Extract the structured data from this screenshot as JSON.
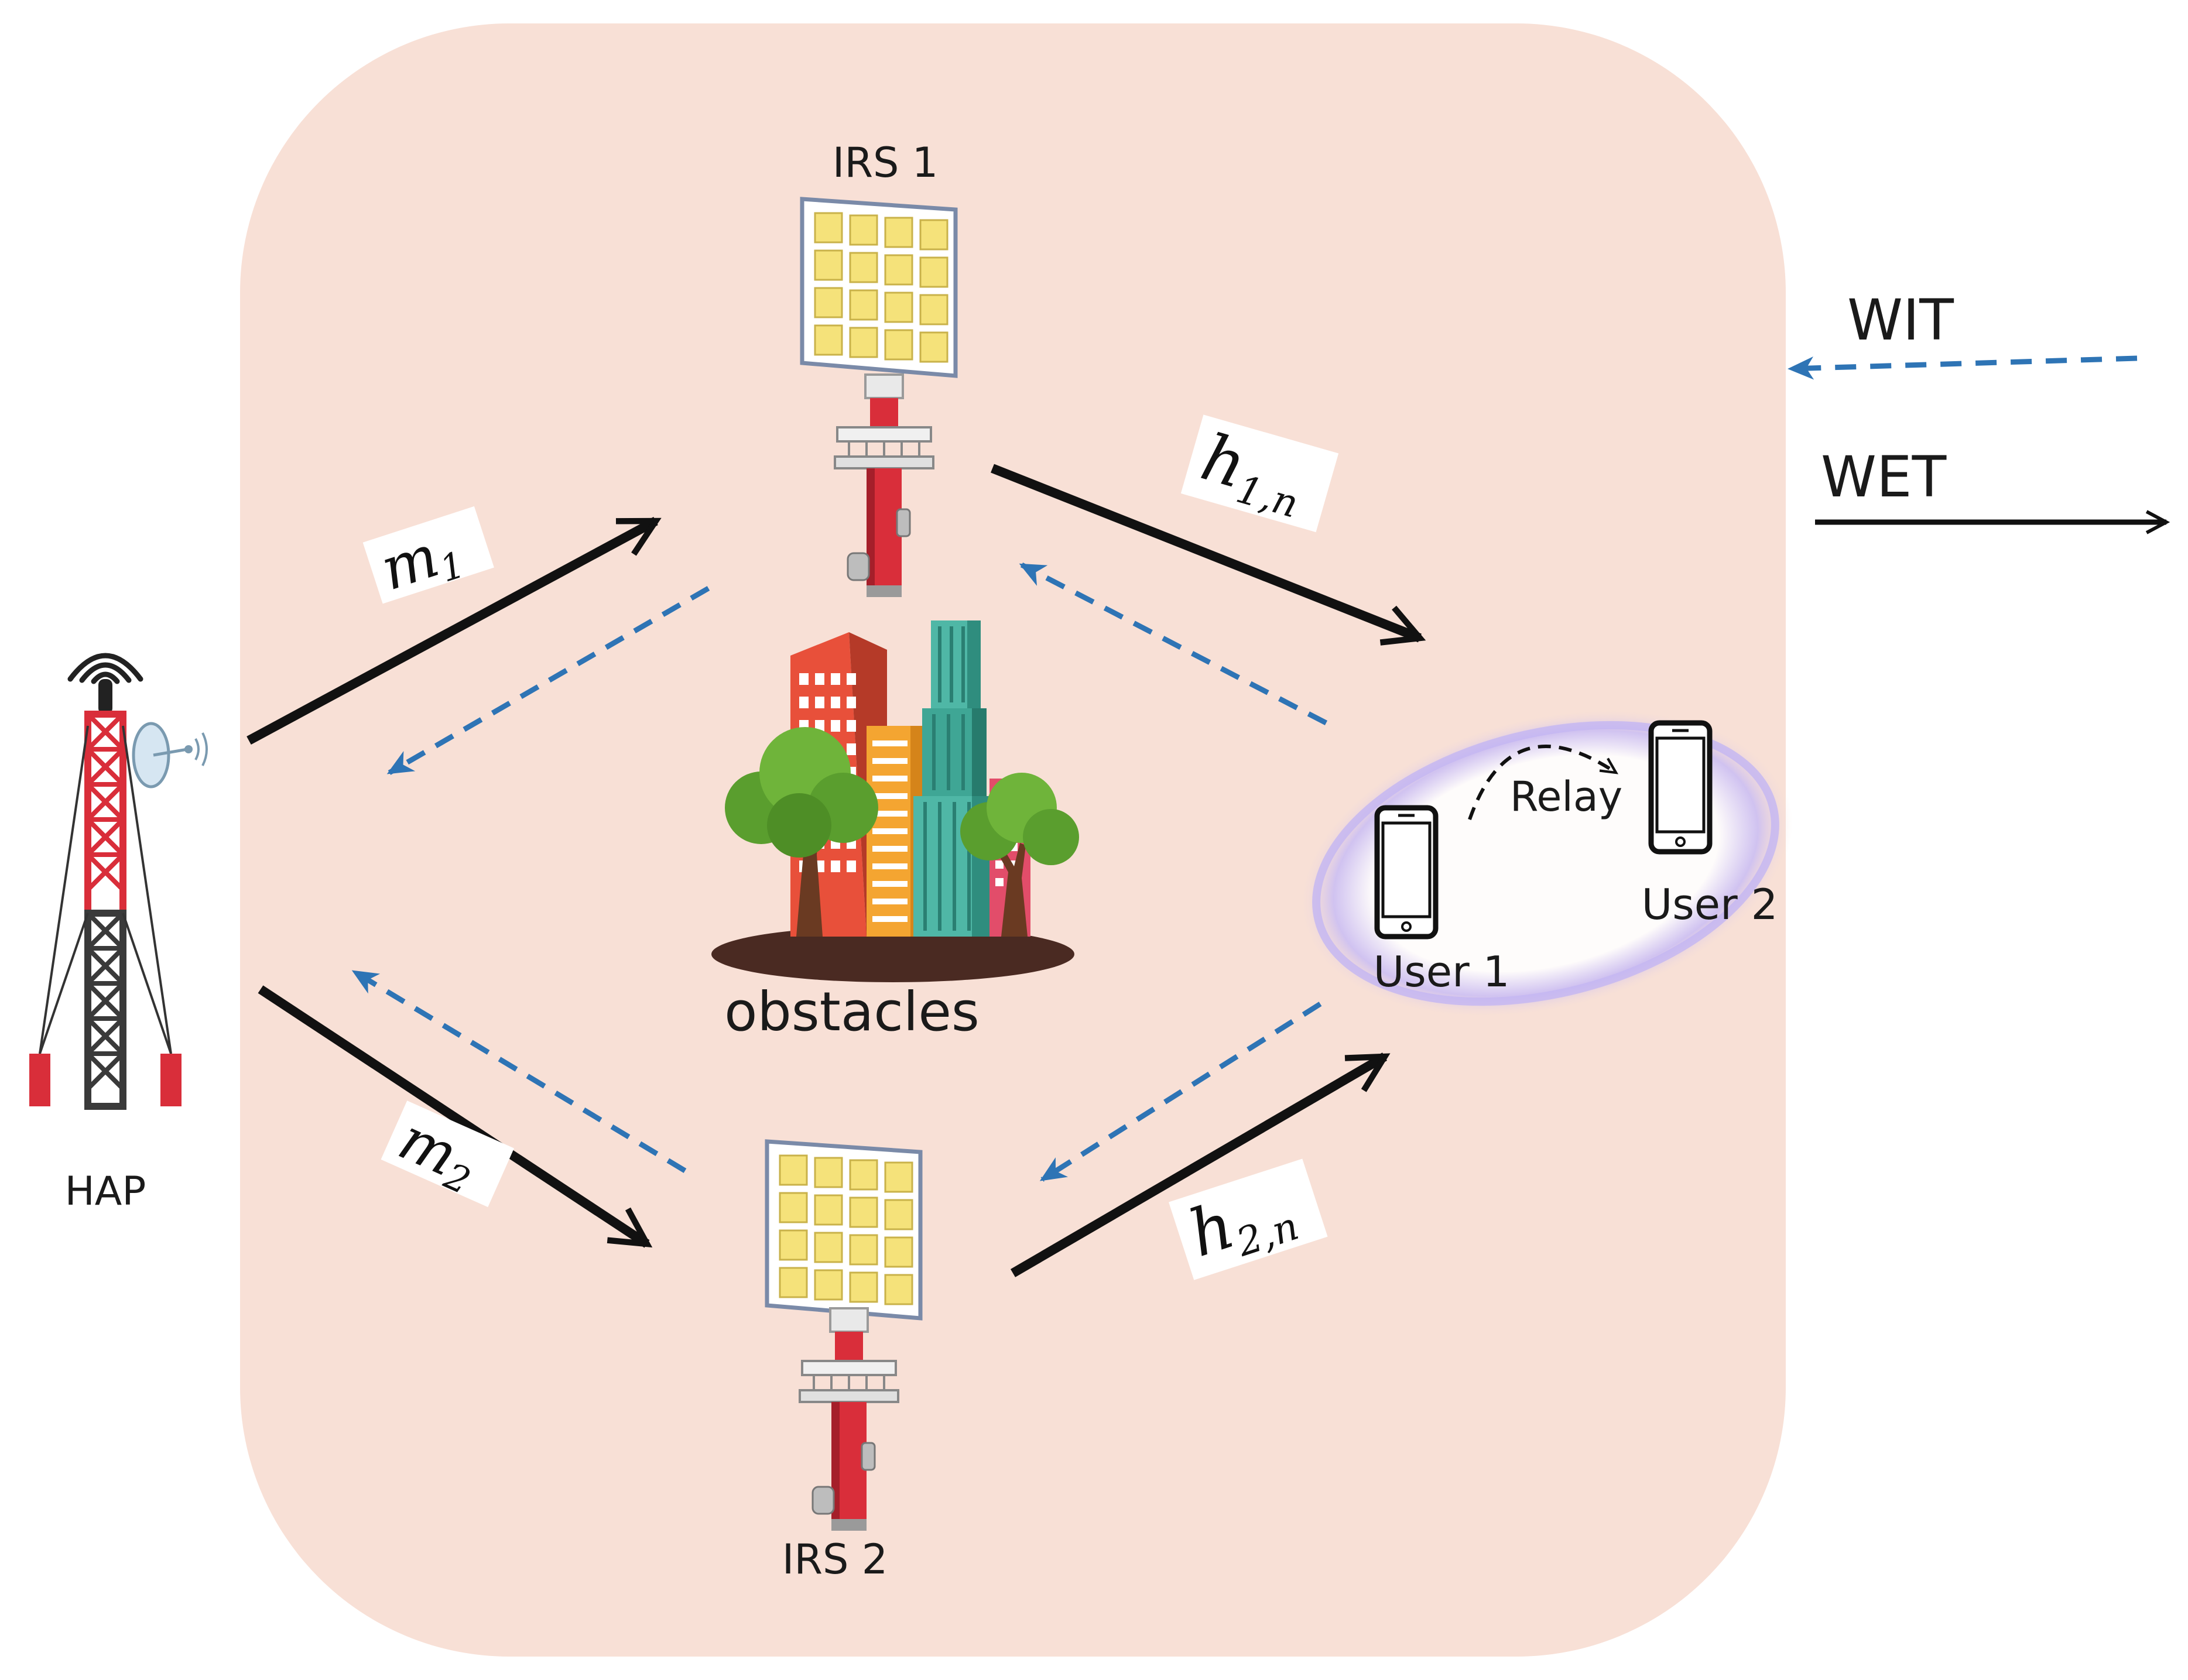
{
  "colors": {
    "region_fill": "#f8e0d6",
    "solid_link": "#111111",
    "dashed_link": "#2e74b5",
    "tower_red": "#d92e3a",
    "tower_dark": "#3a3a3a",
    "panel_cell": "#f5e27a",
    "glow": "#b9a8f0"
  },
  "icons": [
    "hap-tower-icon",
    "irs-panel-icon",
    "city-buildings-icon",
    "tree-icon",
    "smartphone-icon",
    "relay-arrow-icon"
  ],
  "labels": {
    "irs1": "IRS 1",
    "irs2": "IRS 2",
    "hap": "HAP",
    "obstacles": "obstacles",
    "user1": "User 1",
    "user2": "User 2",
    "relay": "Relay"
  },
  "links": {
    "m1": {
      "base": "m",
      "sub": "1"
    },
    "m2": {
      "base": "m",
      "sub": "2"
    },
    "h1n": {
      "base": "h",
      "sub": "1,n"
    },
    "h2n": {
      "base": "h",
      "sub": "2,n"
    }
  },
  "legend": {
    "wit": "WIT",
    "wet": "WET"
  }
}
